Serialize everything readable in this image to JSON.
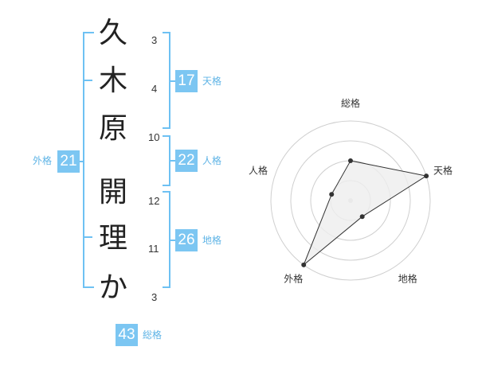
{
  "characters": [
    {
      "char": "久",
      "strokes": "3"
    },
    {
      "char": "木",
      "strokes": "4"
    },
    {
      "char": "原",
      "strokes": "10"
    },
    {
      "char": "開",
      "strokes": "12"
    },
    {
      "char": "理",
      "strokes": "11"
    },
    {
      "char": "か",
      "strokes": "3"
    }
  ],
  "kakusu": {
    "tenkaku": {
      "value": "17",
      "label": "天格"
    },
    "jinkaku": {
      "value": "22",
      "label": "人格"
    },
    "chikaku": {
      "value": "26",
      "label": "地格"
    },
    "gaikaku": {
      "value": "21",
      "label": "外格"
    },
    "soukaku": {
      "value": "43",
      "label": "総格"
    }
  },
  "chart_data": {
    "type": "radar",
    "axes": [
      "総格",
      "天格",
      "地格",
      "外格",
      "人格"
    ],
    "values": [
      2,
      4,
      1,
      4,
      1
    ],
    "rmax": 4,
    "grid_rings": 4,
    "colors": {
      "fill": "#eeeeee",
      "line": "#333333",
      "grid": "#cfcfcf",
      "point": "#333333"
    }
  },
  "colors": {
    "accent": "#7cc6f2",
    "accent_text": "#5fb4e6"
  }
}
